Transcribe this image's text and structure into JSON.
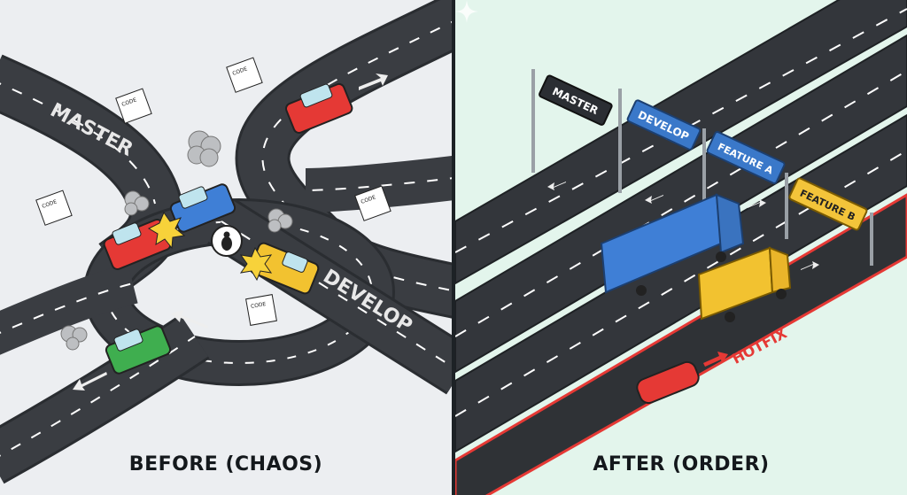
{
  "before": {
    "caption": "BEFORE (CHAOS)",
    "road_labels": {
      "master": "MASTER",
      "develop": "DEVELOP"
    },
    "paper_label": "CODE",
    "bug_icon": "bug-icon",
    "colors": {
      "background": "#eceef1",
      "road": "#3a3d42",
      "car_red": "#e53935",
      "car_blue": "#3f7fd6",
      "car_yellow": "#f2c230",
      "car_green": "#3fae4f"
    }
  },
  "after": {
    "caption": "AFTER (ORDER)",
    "signs": {
      "master": "MASTER",
      "develop": "DEVELOP",
      "feature_a": "FEATURE A",
      "feature_b": "FEATURE B"
    },
    "hotfix_label": "HOTFIX",
    "colors": {
      "background": "#e3f5ec",
      "road": "#33363b",
      "sign_master": "#2b2e33",
      "sign_blue": "#3a78c9",
      "sign_yellow": "#f3c43a",
      "hotfix": "#e53935"
    }
  }
}
